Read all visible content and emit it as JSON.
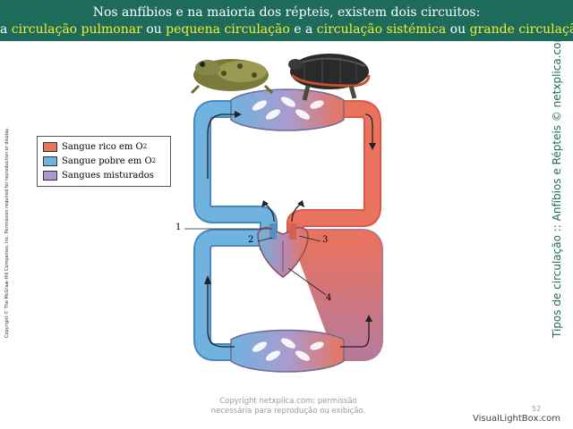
{
  "header": {
    "line1": "Nos anfíbios e na maioria dos répteis, existem dois circuitos:",
    "line2": {
      "p1": "a ",
      "h1": "circulação pulmonar",
      "p2": " ou ",
      "h2": "pequena circulação",
      "p3": " e a ",
      "h3": "circulação sistémica",
      "p4": " ou ",
      "h4": "grande circulação",
      "p5": "."
    }
  },
  "side_title": "Tipos de circulação :: Anfíbios e Répteis © netxplica.com",
  "left_copyright": "Copyright © The McGraw-Hill Companies, Inc. Permission required for reproduction or display.",
  "legend": {
    "items": [
      {
        "label": "Sangue rico em O",
        "sub": "2",
        "color": "#e8735e"
      },
      {
        "label": "Sangue pobre em O",
        "sub": "2",
        "color": "#6fb3de"
      },
      {
        "label": "Sangues misturados",
        "sub": "",
        "color": "#a99bd0"
      }
    ]
  },
  "labels": {
    "n1": "1",
    "n2": "2",
    "n3": "3",
    "n4": "4"
  },
  "footer": {
    "line1": "Copyright netxplica.com: permissão",
    "line2": "necessária para reprodução ou exibição."
  },
  "page_number": "52",
  "watermark": "VisualLightBox.com",
  "colors": {
    "header_bg": "#1f6b5b",
    "highlight": "#f4ee2e",
    "oxygen_rich": "#e8735e",
    "oxygen_poor": "#6fb3de",
    "mixed": "#a99bd0"
  },
  "icons": [
    "frog-illustration",
    "turtle-illustration"
  ]
}
